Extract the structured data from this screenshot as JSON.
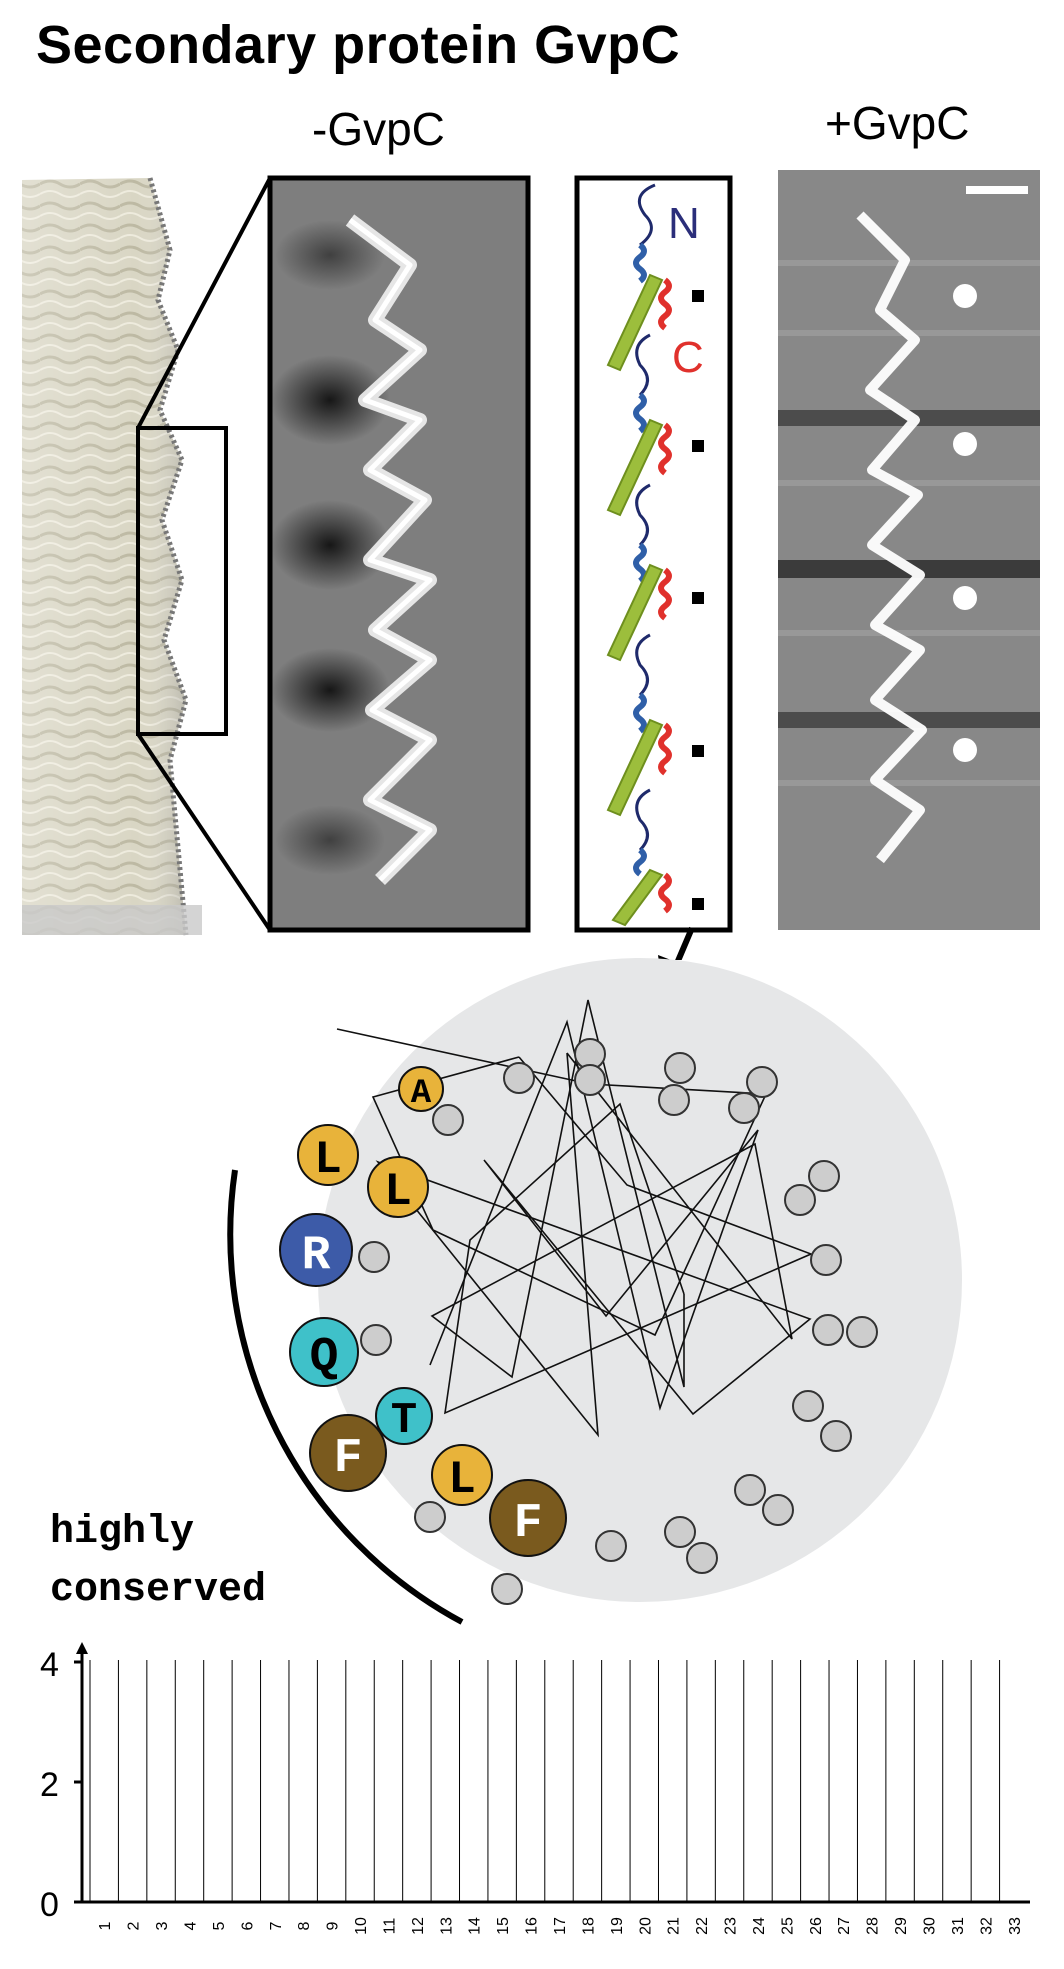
{
  "title": "Secondary protein GvpC",
  "panels": {
    "minus_label": "-GvpC",
    "plus_label": "+GvpC",
    "n_label": "N",
    "c_label": "C"
  },
  "wheel": {
    "labeled_residues": [
      "A",
      "L",
      "L",
      "R",
      "Q",
      "T",
      "F",
      "L",
      "F"
    ],
    "colors": {
      "hydrophobic": "#E8B33A",
      "basic": "#3D5BA8",
      "polar": "#3FC1C9",
      "aromatic": "#7A5A1E",
      "unlabeled": "#CDCDCD",
      "background": "#E6E7E8"
    },
    "annotation_line1": "highly",
    "annotation_line2": "conserved"
  },
  "logo": {
    "ymax_label": "4",
    "ymid_label": "2",
    "ymin_label": "0",
    "positions": [
      "1",
      "2",
      "3",
      "4",
      "5",
      "6",
      "7",
      "8",
      "9",
      "10",
      "11",
      "12",
      "13",
      "14",
      "15",
      "16",
      "17",
      "18",
      "19",
      "20",
      "21",
      "22",
      "23",
      "24",
      "25",
      "26",
      "27",
      "28",
      "29",
      "30",
      "31",
      "32",
      "33"
    ]
  }
}
